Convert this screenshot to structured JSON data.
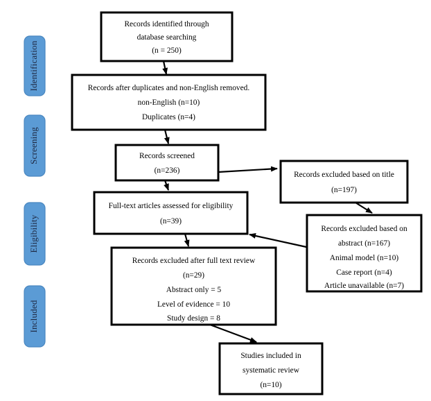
{
  "diagram": {
    "title": "PRISMA study selection flow diagram",
    "accent_color": "#5b9bd5",
    "accent_border_color": "#4a87c0",
    "line_color": "#000000",
    "box_fill": "#ffffff",
    "background": "#ffffff"
  },
  "stages": [
    {
      "id": "identification",
      "label": "Identification"
    },
    {
      "id": "screening",
      "label": "Screening"
    },
    {
      "id": "eligibility",
      "label": "Eligibility"
    },
    {
      "id": "included",
      "label": "Included"
    }
  ],
  "boxes": [
    {
      "id": "records-identified",
      "lines": [
        "Records identified through",
        "database searching",
        "(n = 250)"
      ]
    },
    {
      "id": "records-after-duplicates",
      "lines": [
        "Records after duplicates and non-English removed.",
        "non-English (n=10)",
        "Duplicates (n=4)"
      ]
    },
    {
      "id": "records-screened",
      "lines": [
        "Records screened",
        "(n=236)"
      ]
    },
    {
      "id": "excluded-title",
      "lines": [
        "Records excluded based on title",
        "(n=197)"
      ]
    },
    {
      "id": "full-text-assessed",
      "lines": [
        "Full-text articles assessed for eligibility",
        "(n=39)"
      ]
    },
    {
      "id": "excluded-abstract",
      "lines": [
        "Records excluded based on",
        "abstract (n=167)",
        "Animal model (n=10)",
        "Case report (n=4)",
        "Article unavailable (n=7)"
      ]
    },
    {
      "id": "excluded-full-text",
      "lines": [
        "Records excluded after full text review",
        "(n=29)",
        "Abstract only = 5",
        "Level of evidence = 10",
        "Study design = 8"
      ]
    },
    {
      "id": "studies-included",
      "lines": [
        "Studies included in",
        "systematic review",
        "(n=10)"
      ]
    }
  ],
  "chart_data": {
    "type": "diagram",
    "title": "PRISMA flow diagram",
    "nodes": [
      {
        "id": "records-identified",
        "label": "Records identified through database searching",
        "n": 250,
        "stage": "Identification"
      },
      {
        "id": "records-after-duplicates",
        "label": "Records after duplicates and non-English removed",
        "non_english": 10,
        "duplicates": 4,
        "stage": "Identification"
      },
      {
        "id": "records-screened",
        "label": "Records screened",
        "n": 236,
        "stage": "Screening"
      },
      {
        "id": "excluded-title",
        "label": "Records excluded based on title",
        "n": 197,
        "stage": "Screening"
      },
      {
        "id": "full-text-assessed",
        "label": "Full-text articles assessed for eligibility",
        "n": 39,
        "stage": "Eligibility"
      },
      {
        "id": "excluded-abstract",
        "label": "Records excluded based on abstract",
        "n": 167,
        "animal_model": 10,
        "case_report": 4,
        "article_unavailable": 7,
        "stage": "Eligibility"
      },
      {
        "id": "excluded-full-text",
        "label": "Records excluded after full text review",
        "n": 29,
        "abstract_only": 5,
        "level_of_evidence": 10,
        "study_design": 8,
        "stage": "Eligibility"
      },
      {
        "id": "studies-included",
        "label": "Studies included in systematic review",
        "n": 10,
        "stage": "Included"
      }
    ],
    "edges": [
      {
        "from": "records-identified",
        "to": "records-after-duplicates"
      },
      {
        "from": "records-after-duplicates",
        "to": "records-screened"
      },
      {
        "from": "records-screened",
        "to": "excluded-title"
      },
      {
        "from": "records-screened",
        "to": "full-text-assessed"
      },
      {
        "from": "excluded-title",
        "to": "excluded-abstract"
      },
      {
        "from": "excluded-abstract",
        "to": "full-text-assessed"
      },
      {
        "from": "full-text-assessed",
        "to": "excluded-full-text"
      },
      {
        "from": "excluded-full-text",
        "to": "studies-included"
      }
    ]
  }
}
